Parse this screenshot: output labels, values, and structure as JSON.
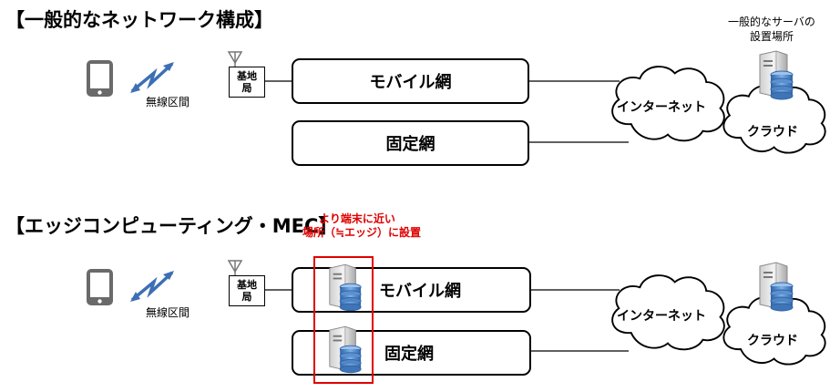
{
  "general": {
    "title": "【一般的なネットワーク構成】",
    "wireless_label": "無線区間",
    "base_station": [
      "基地",
      "局"
    ],
    "mobile_network": "モバイル網",
    "fixed_network": "固定網",
    "internet": "インターネット",
    "cloud": "クラウド",
    "server_caption": [
      "一般的なサーバの",
      "設置場所"
    ]
  },
  "mec": {
    "title": "【エッジコンピューティング・MEC】",
    "annotation": [
      "より端末に近い",
      "場所（≒エッジ）に設置"
    ],
    "wireless_label": "無線区間",
    "base_station": [
      "基地",
      "局"
    ],
    "mobile_network": "モバイル網",
    "fixed_network": "固定網",
    "internet": "インターネット",
    "cloud": "クラウド"
  },
  "colors": {
    "phone": "#6a6a6a",
    "signal": "#3c6fb4",
    "highlight": "#e00000",
    "db_blue": "#4f86c6"
  }
}
